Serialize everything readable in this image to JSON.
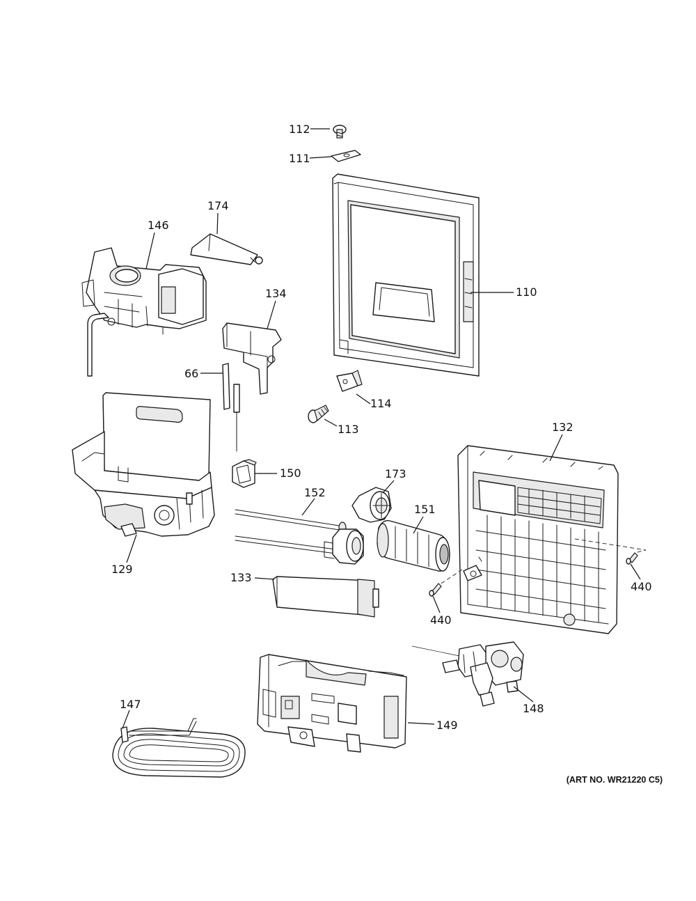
{
  "callouts": {
    "c112": "112",
    "c111": "111",
    "c174": "174",
    "c146": "146",
    "c134": "134",
    "c110": "110",
    "c66": "66",
    "c114": "114",
    "c113": "113",
    "c132": "132",
    "c150": "150",
    "c173": "173",
    "c152": "152",
    "c151": "151",
    "c129": "129",
    "c133": "133",
    "c440a": "440",
    "c440b": "440",
    "c148": "148",
    "c147": "147",
    "c149": "149"
  },
  "art_number": "(ART NO. WR21220 C5)"
}
